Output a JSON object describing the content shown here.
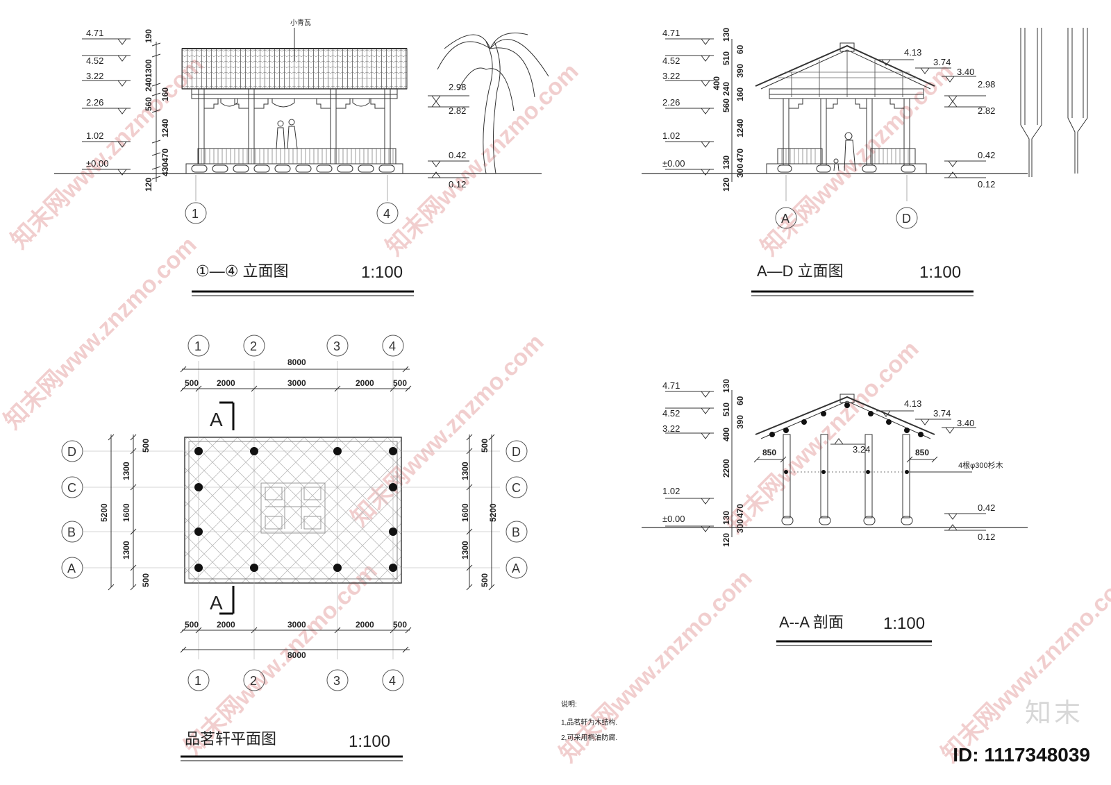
{
  "elev14": {
    "title": "①—④ 立面图",
    "scale": "1:100",
    "roof_label": "小青瓦",
    "levels_left": [
      "4.71",
      "4.52",
      "3.22",
      "2.26",
      "1.02",
      "±0.00"
    ],
    "levels_right": [
      "2.98",
      "2.82",
      "0.42",
      "0.12"
    ],
    "dims": [
      "190",
      "1300",
      "240",
      "160",
      "560",
      "1240",
      "470",
      "430",
      "120"
    ],
    "axes": [
      "1",
      "4"
    ]
  },
  "elevAD": {
    "title": "A—D 立面图",
    "scale": "1:100",
    "levels_left": [
      "4.71",
      "4.52",
      "3.22",
      "2.26",
      "1.02",
      "±0.00"
    ],
    "levels_right": [
      "4.13",
      "3.74",
      "3.40",
      "2.98",
      "2.82",
      "0.42",
      "0.12"
    ],
    "dims": [
      "130",
      "60",
      "510",
      "390",
      "400",
      "240",
      "160",
      "560",
      "1240",
      "470",
      "130",
      "300",
      "120"
    ],
    "axes": [
      "A",
      "D"
    ]
  },
  "plan": {
    "title": "品茗轩平面图",
    "scale": "1:100",
    "axes_h": [
      "1",
      "2",
      "3",
      "4"
    ],
    "axes_v": [
      "D",
      "C",
      "B",
      "A"
    ],
    "dims_h_total": "8000",
    "dims_h": [
      "500",
      "2000",
      "3000",
      "2000",
      "500"
    ],
    "dims_v_total": "5200",
    "dims_v": [
      "500",
      "1300",
      "1600",
      "1300",
      "500"
    ],
    "section_mark": "A"
  },
  "section": {
    "title": "A--A 剖面",
    "scale": "1:100",
    "levels_left": [
      "4.71",
      "4.52",
      "3.22",
      "1.02",
      "±0.00"
    ],
    "levels_right": [
      "4.13",
      "3.74",
      "3.40",
      "0.42",
      "0.12"
    ],
    "inner_level": "3.24",
    "eave": "850",
    "dims": [
      "130",
      "60",
      "510",
      "390",
      "400",
      "2200",
      "470",
      "130",
      "300",
      "120"
    ],
    "member_note": "4根φ300杉木"
  },
  "notes": {
    "title": "说明:",
    "items": [
      "1,品茗轩为木结构.",
      "2,可采用桐油防腐."
    ]
  },
  "watermark": "知末网www.znzmo.com",
  "brand": "知末",
  "id_label": "ID: 1117348039"
}
